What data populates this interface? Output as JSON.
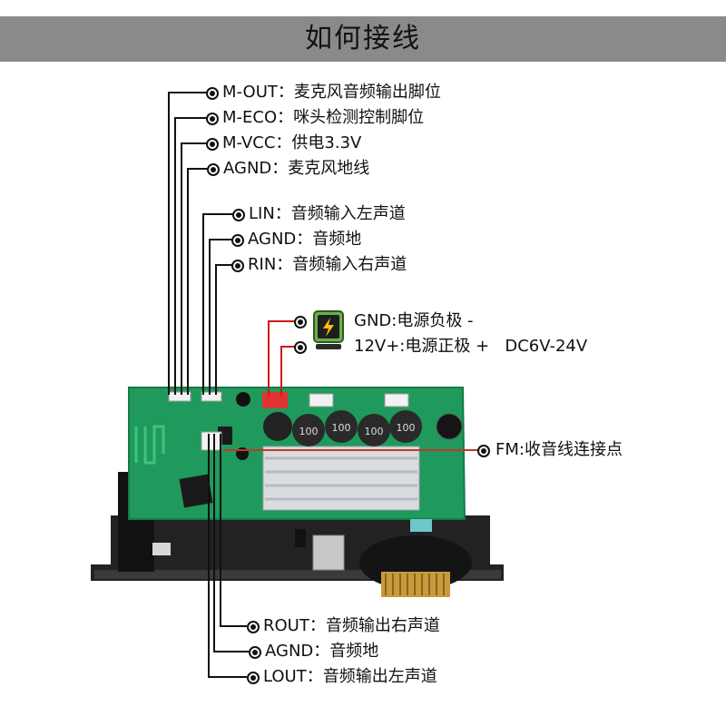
{
  "title": "如何接线",
  "labels": {
    "mout": "M-OUT：麦克风音频输出脚位",
    "meco": "M-ECO：咪头检测控制脚位",
    "mvcc": "M-VCC：供电3.3V",
    "agnd_mic": "AGND：麦克风地线",
    "lin": "LIN：音频输入左声道",
    "agnd_in": "AGND：音频地",
    "rin": "RIN：音频输入右声道",
    "gnd": "GND:电源负极 -",
    "vplus": "12V+:电源正极 +   DC6V-24V",
    "fm": "FM:收音线连接点",
    "rout": "ROUT：音频输出右声道",
    "agnd_out": "AGND：音频地",
    "lout": "LOUT：音频输出左声道"
  },
  "board": {
    "inductor_marks": [
      "100",
      "100",
      "100",
      "100"
    ]
  },
  "colors": {
    "banner": "#8a8a8a",
    "pcb": "#1f9a5c",
    "power_wire": "#d11a1a",
    "fm_wire": "#c0392b"
  }
}
